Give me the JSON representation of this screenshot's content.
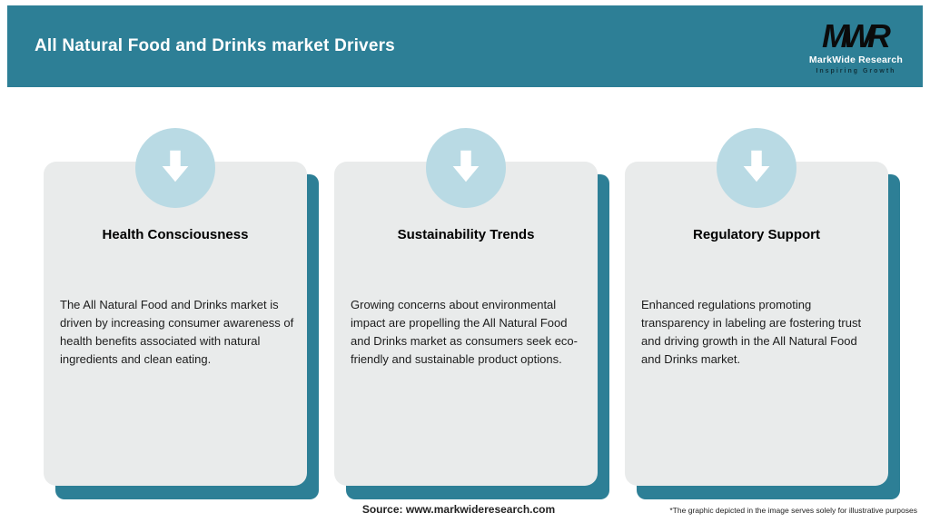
{
  "header": {
    "title": "All Natural Food and Drinks market Drivers",
    "bg_color": "#2d7f96",
    "logo": {
      "mark": "MWR",
      "name": "MarkWide Research",
      "tagline": "Inspiring Growth"
    }
  },
  "cards": [
    {
      "title": "Health Consciousness",
      "body": "The All Natural Food and Drinks market is driven by increasing consumer awareness of health benefits associated with natural ingredients and clean eating.",
      "icon": "down-arrow-icon"
    },
    {
      "title": "Sustainability Trends",
      "body": "Growing concerns about environmental impact are propelling the All Natural Food and Drinks market as consumers seek eco-friendly and sustainable product options.",
      "icon": "down-arrow-icon"
    },
    {
      "title": "Regulatory Support",
      "body": "Enhanced regulations promoting transparency in labeling are fostering trust and driving growth in the All Natural Food and Drinks market.",
      "icon": "down-arrow-icon"
    }
  ],
  "footer": {
    "source": "Source: www.markwideresearch.com",
    "disclaimer": "*The graphic depicted in the image serves solely for illustrative purposes"
  },
  "colors": {
    "accent_teal": "#2d7f96",
    "circle_blue": "#b9dae4",
    "card_gray": "#e9ebeb"
  }
}
